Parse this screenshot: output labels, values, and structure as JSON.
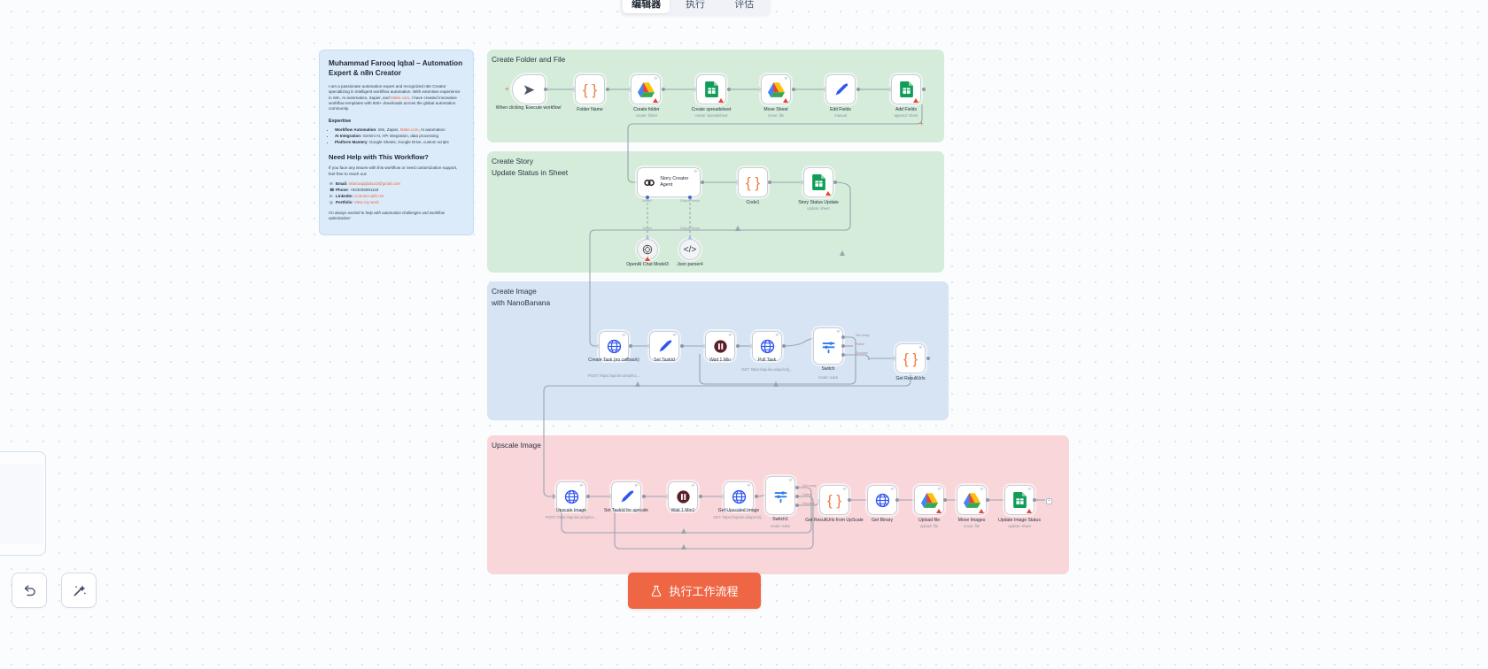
{
  "tabs": {
    "items": [
      {
        "label": "编辑器",
        "active": true
      },
      {
        "label": "执行",
        "active": false
      },
      {
        "label": "评估",
        "active": false
      }
    ]
  },
  "note": {
    "title": "Muhammad Farooq Iqbal – Automation Expert & n8n Creator",
    "intro_1": "I am a passionate automation expert and recognized n8n Creator specializing in intelligent workflow automation. With extensive experience in n8n, AI automation, Zapier, and ",
    "intro_link": "Make.com",
    "intro_2": ", I have created innovative workflow templates with 500+ downloads across the global automation community.",
    "expertise_heading": "Expertise",
    "expertise": [
      {
        "bold": "Workflow Automation",
        "text": ": n8n, Zapier, ",
        "link": "Make.com",
        "tail": ", AI automation"
      },
      {
        "bold": "AI Integration",
        "text": ": Gemini AI, API integration, data processing",
        "link": "",
        "tail": ""
      },
      {
        "bold": "Platform Mastery",
        "text": ": Google Sheets, Google Drive, custom scripts",
        "link": "",
        "tail": ""
      }
    ],
    "help_heading": "Need Help with This Workflow?",
    "help_text": "If you face any issues with this workflow or need customization support, feel free to reach out:",
    "contacts": [
      {
        "icon": "email-icon",
        "label": "Email",
        "value": "mfarooqiqbal143@gmail.com",
        "linked": true
      },
      {
        "icon": "phone-icon",
        "label": "Phone",
        "value": "+923036991118",
        "linked": false
      },
      {
        "icon": "linkedin-icon",
        "label": "LinkedIn",
        "value": "Connect with me",
        "linked": true
      },
      {
        "icon": "portfolio-icon",
        "label": "Portfolio",
        "value": "View my work",
        "linked": true
      }
    ],
    "footer": "I'm always excited to help with automation challenges and workflow optimization!"
  },
  "groups": [
    {
      "label": "Create Folder and File",
      "color": "#d4ecd9"
    },
    {
      "label": "Create Story\nUpdate Status in Sheet",
      "color": "#d4ecd9"
    },
    {
      "label": "Create Image\nwith NanoBanana",
      "color": "#d6e4f3"
    },
    {
      "label": "Upscale Image",
      "color": "#f9d6da"
    }
  ],
  "nodes": {
    "group1": [
      {
        "name": "When clicking 'Execute workflow'",
        "sub": "",
        "icon": "cursor-icon",
        "warn": false,
        "pin": false
      },
      {
        "name": "Folder Name",
        "sub": "",
        "icon": "code-braces-icon",
        "warn": false,
        "pin": false
      },
      {
        "name": "Create folder",
        "sub": "create: folder",
        "icon": "google-drive-icon",
        "warn": true,
        "pin": true
      },
      {
        "name": "Create spreadsheet",
        "sub": "create: spreadsheet",
        "icon": "google-sheets-icon",
        "warn": true,
        "pin": false
      },
      {
        "name": "Move Sheet",
        "sub": "move: file",
        "icon": "google-drive-icon",
        "warn": true,
        "pin": true
      },
      {
        "name": "Edit Fields",
        "sub": "manual",
        "icon": "pencil-icon",
        "warn": false,
        "pin": false
      },
      {
        "name": "Add Fields",
        "sub": "append: sheet",
        "icon": "google-sheets-icon",
        "warn": true,
        "pin": false
      }
    ],
    "group2": [
      {
        "name": "Story Creator Agent",
        "sub": "",
        "icon": "agent-link-icon",
        "warn": false,
        "pin": true
      },
      {
        "name": "Code1",
        "sub": "",
        "icon": "code-braces-icon",
        "warn": false,
        "pin": false
      },
      {
        "name": "Story Status Update",
        "sub": "update: sheet",
        "icon": "google-sheets-icon",
        "warn": true,
        "pin": false
      }
    ],
    "group2_sub": [
      {
        "name": "OpenAI Chat Model3",
        "port": "Model",
        "icon": "openai-icon",
        "warn": true
      },
      {
        "name": "Json parser4",
        "port": "Output Parser",
        "icon": "code-tag-icon",
        "warn": false
      }
    ],
    "group2_ports": [
      {
        "label": "Model*"
      },
      {
        "label": "Output Parser"
      }
    ],
    "group3": [
      {
        "name": "Create Task (no callback)",
        "sub": "POST: https://api.kie.ai/api/v1...",
        "icon": "http-globe-icon",
        "warn": false,
        "pin": true
      },
      {
        "name": "Set TaskId",
        "sub": "",
        "icon": "pencil-icon",
        "warn": false,
        "pin": true
      },
      {
        "name": "Wait 1 Min",
        "sub": "",
        "icon": "wait-icon",
        "warn": false,
        "pin": true
      },
      {
        "name": "Poll Task",
        "sub": "GET: https://api.kie.ai/api/v1/j...",
        "icon": "http-globe-icon",
        "warn": false,
        "pin": true
      },
      {
        "name": "Switch",
        "sub": "mode: rules",
        "icon": "switch-icon",
        "warn": false,
        "pin": true
      },
      {
        "name": "Get ResultUrls",
        "sub": "",
        "icon": "code-braces-icon",
        "warn": false,
        "pin": true
      }
    ],
    "group3_outputs": [
      "Not ready",
      "Failed",
      "Success"
    ],
    "group4": [
      {
        "name": "Upscale Image",
        "sub": "POST: https://api.kie.ai/api/v1...",
        "icon": "http-globe-icon",
        "warn": false,
        "pin": true
      },
      {
        "name": "Set TaskId for upscale",
        "sub": "",
        "icon": "pencil-icon",
        "warn": false,
        "pin": true
      },
      {
        "name": "Wait 1 Min1",
        "sub": "",
        "icon": "wait-icon",
        "warn": false,
        "pin": true
      },
      {
        "name": "Get Upscaled Image",
        "sub": "GET: https://api.kie.ai/api/v1/j...",
        "icon": "http-globe-icon",
        "warn": false,
        "pin": true
      },
      {
        "name": "Switch1",
        "sub": "mode: rules",
        "icon": "switch-icon",
        "warn": false,
        "pin": true
      },
      {
        "name": "Get ResultUrls from UpScale",
        "sub": "",
        "icon": "code-braces-icon",
        "warn": false,
        "pin": true
      },
      {
        "name": "Get Binary",
        "sub": "",
        "icon": "http-globe-icon",
        "warn": false,
        "pin": true
      },
      {
        "name": "Upload file",
        "sub": "upload: file",
        "icon": "google-drive-icon",
        "warn": true,
        "pin": true
      },
      {
        "name": "Move Images",
        "sub": "move: file",
        "icon": "google-drive-icon",
        "warn": true,
        "pin": true
      },
      {
        "name": "Update Image Status",
        "sub": "update: sheet",
        "icon": "google-sheets-icon",
        "warn": true,
        "pin": true
      }
    ],
    "group4_outputs": [
      "Not ready",
      "Failed",
      "Success"
    ]
  },
  "toolbar": {
    "undo_icon": "undo-arrow-icon",
    "clean_icon": "magic-wand-icon"
  },
  "execute": {
    "label": "执行工作流程",
    "icon": "flask-icon",
    "color": "#ef6645"
  }
}
